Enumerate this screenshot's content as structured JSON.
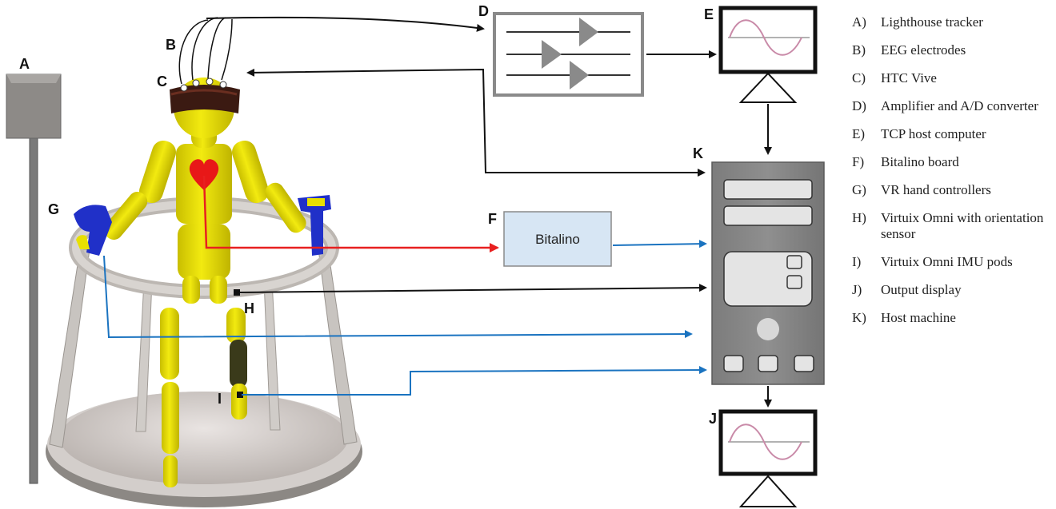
{
  "labels": {
    "A": "A",
    "B": "B",
    "C": "C",
    "D": "D",
    "E": "E",
    "F": "F",
    "G": "G",
    "H": "H",
    "I": "I",
    "J": "J",
    "K": "K"
  },
  "bitalino_box_text": "Bitalino",
  "legend": [
    {
      "key": "A)",
      "text": "Lighthouse tracker"
    },
    {
      "key": "B)",
      "text": "EEG electrodes"
    },
    {
      "key": "C)",
      "text": "HTC Vive"
    },
    {
      "key": "D)",
      "text": "Amplifier and A/D converter"
    },
    {
      "key": "E)",
      "text": "TCP host computer"
    },
    {
      "key": "F)",
      "text": "Bitalino board"
    },
    {
      "key": "G)",
      "text": "VR hand controllers"
    },
    {
      "key": "H)",
      "text": "Virtuix Omni with orientation sensor"
    },
    {
      "key": "I)",
      "text": "Virtuix Omni IMU pods"
    },
    {
      "key": "J)",
      "text": "Output display"
    },
    {
      "key": "K)",
      "text": "Host machine"
    }
  ],
  "colors": {
    "figure_yellow": "#e8e000",
    "heart_red": "#e81818",
    "signal_red": "#e82020",
    "signal_blue": "#1a73c0",
    "signal_black": "#111111",
    "controller_blue": "#2030c8",
    "device_gray": "#8a8a8a",
    "box_fill": "#d7e6f4"
  }
}
